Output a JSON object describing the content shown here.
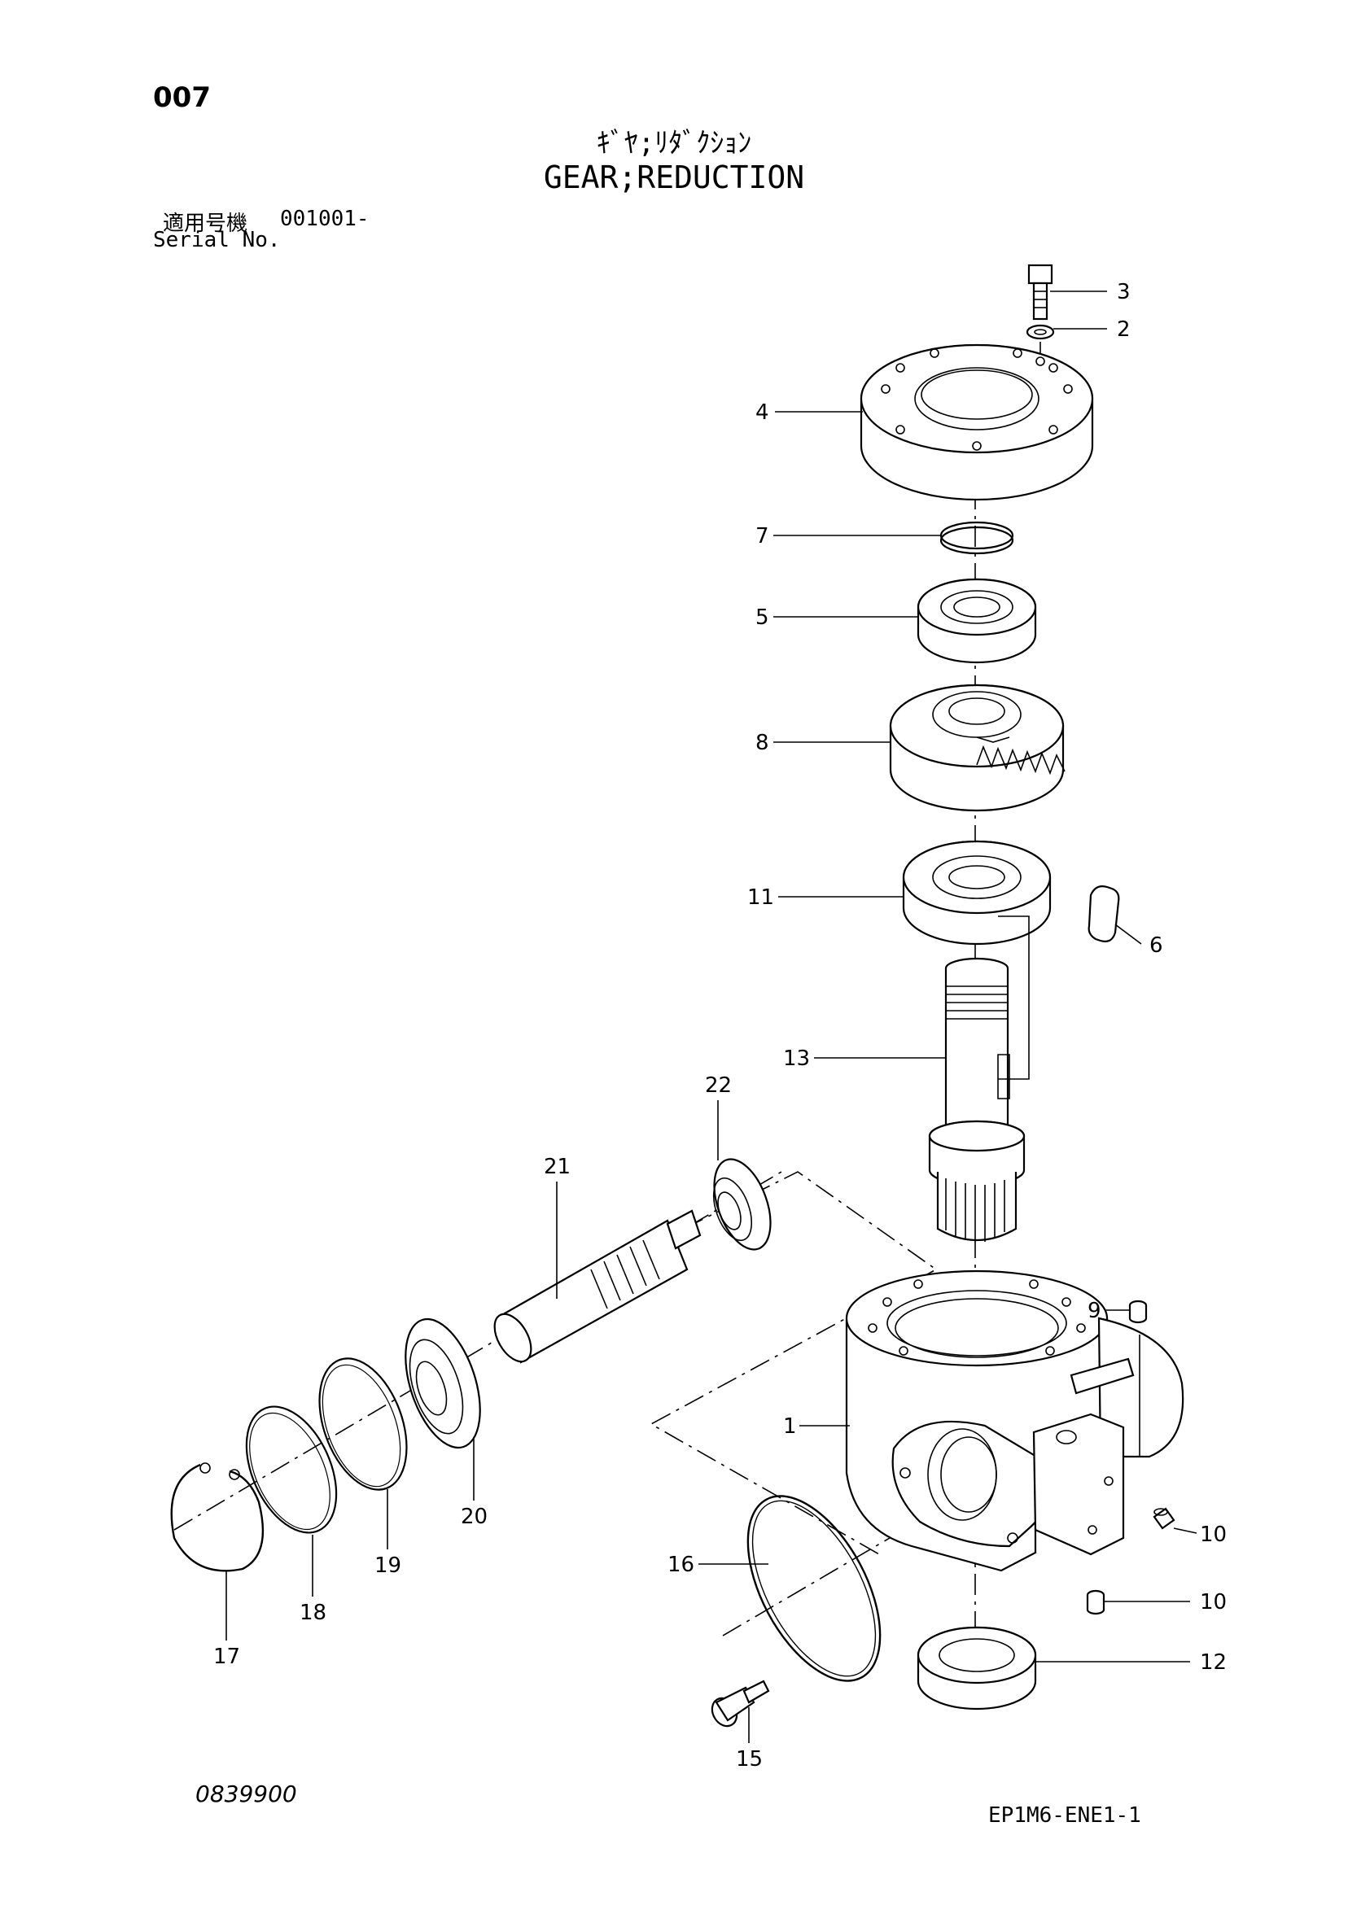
{
  "header": {
    "page_number": "007",
    "title_jp": "ｷﾞﾔ;ﾘﾀﾞｸｼｮﾝ",
    "title_en": "GEAR;REDUCTION",
    "serial_label_jp": "適用号機",
    "serial_value": "001001-",
    "serial_label_en": "Serial No."
  },
  "footer": {
    "drawing_code": "0839900",
    "sheet_code": "EP1M6-ENE1-1"
  },
  "callouts": [
    "1",
    "2",
    "3",
    "4",
    "5",
    "6",
    "7",
    "8",
    "9",
    "10",
    "10",
    "11",
    "12",
    "13",
    "15",
    "16",
    "17",
    "18",
    "19",
    "20",
    "21",
    "22"
  ]
}
